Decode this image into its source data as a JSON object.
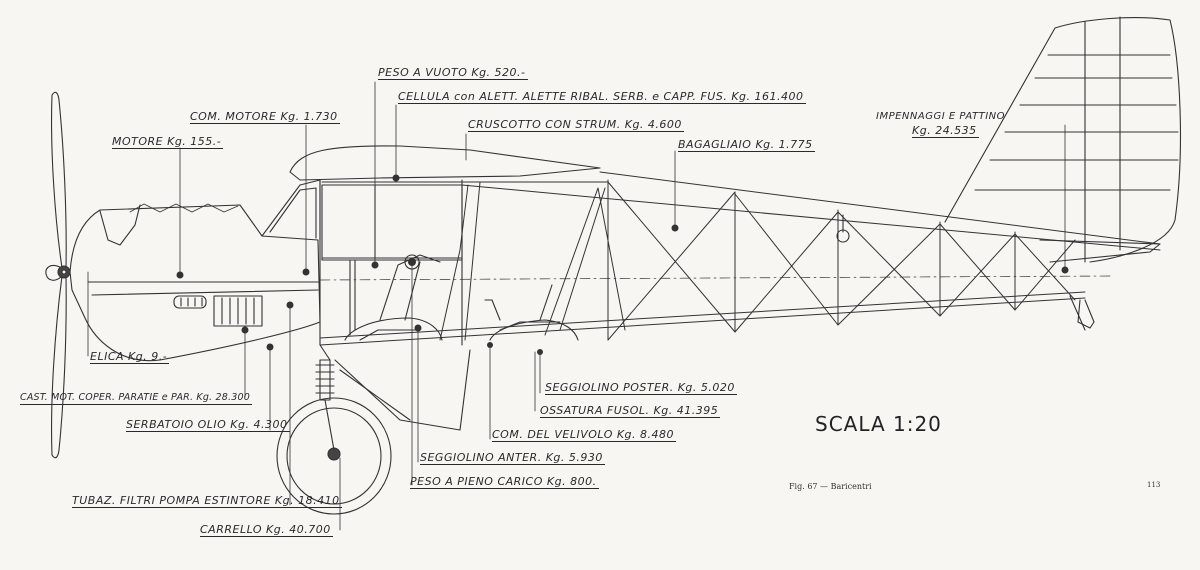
{
  "labels": {
    "peso_vuoto": "PESO A VUOTO Kg. 520.-",
    "cellula": "CELLULA con ALETT. ALETTE RIBAL. SERB. e CAPP. FUS. Kg. 161.400",
    "com_motore": "COM. MOTORE Kg. 1.730",
    "cruscotto": "CRUSCOTTO CON STRUM. Kg. 4.600",
    "motore": "MOTORE Kg. 155.-",
    "bagagliaio": "BAGAGLIAIO Kg. 1.775",
    "impennaggi_1": "IMPENNAGGI E PATTINO",
    "impennaggi_2": "Kg. 24.535",
    "elica": "ELICA Kg. 9.-",
    "cast_mot": "CAST. MOT. COPER. PARATIE e PAR. Kg. 28.300",
    "serbatoio": "SERBATOIO OLIO Kg. 4.300",
    "seggiolino_poster": "SEGGIOLINO POSTER. Kg. 5.020",
    "ossatura": "OSSATURA FUSOL. Kg. 41.395",
    "com_velivolo": "COM. DEL VELIVOLO Kg. 8.480",
    "seggiolino_anter": "SEGGIOLINO ANTER. Kg. 5.930",
    "peso_pieno": "PESO A PIENO CARICO Kg. 800.",
    "tubaz": "TUBAZ. FILTRI POMPA ESTINTORE Kg. 18.410",
    "carrello": "CARRELLO Kg. 40.700"
  },
  "scale": "SCALA 1:20",
  "caption": "Fig. 67 — Baricentri",
  "page_number": "113",
  "colors": {
    "ink": "#2a2a2a",
    "paper": "#f7f6f3"
  }
}
